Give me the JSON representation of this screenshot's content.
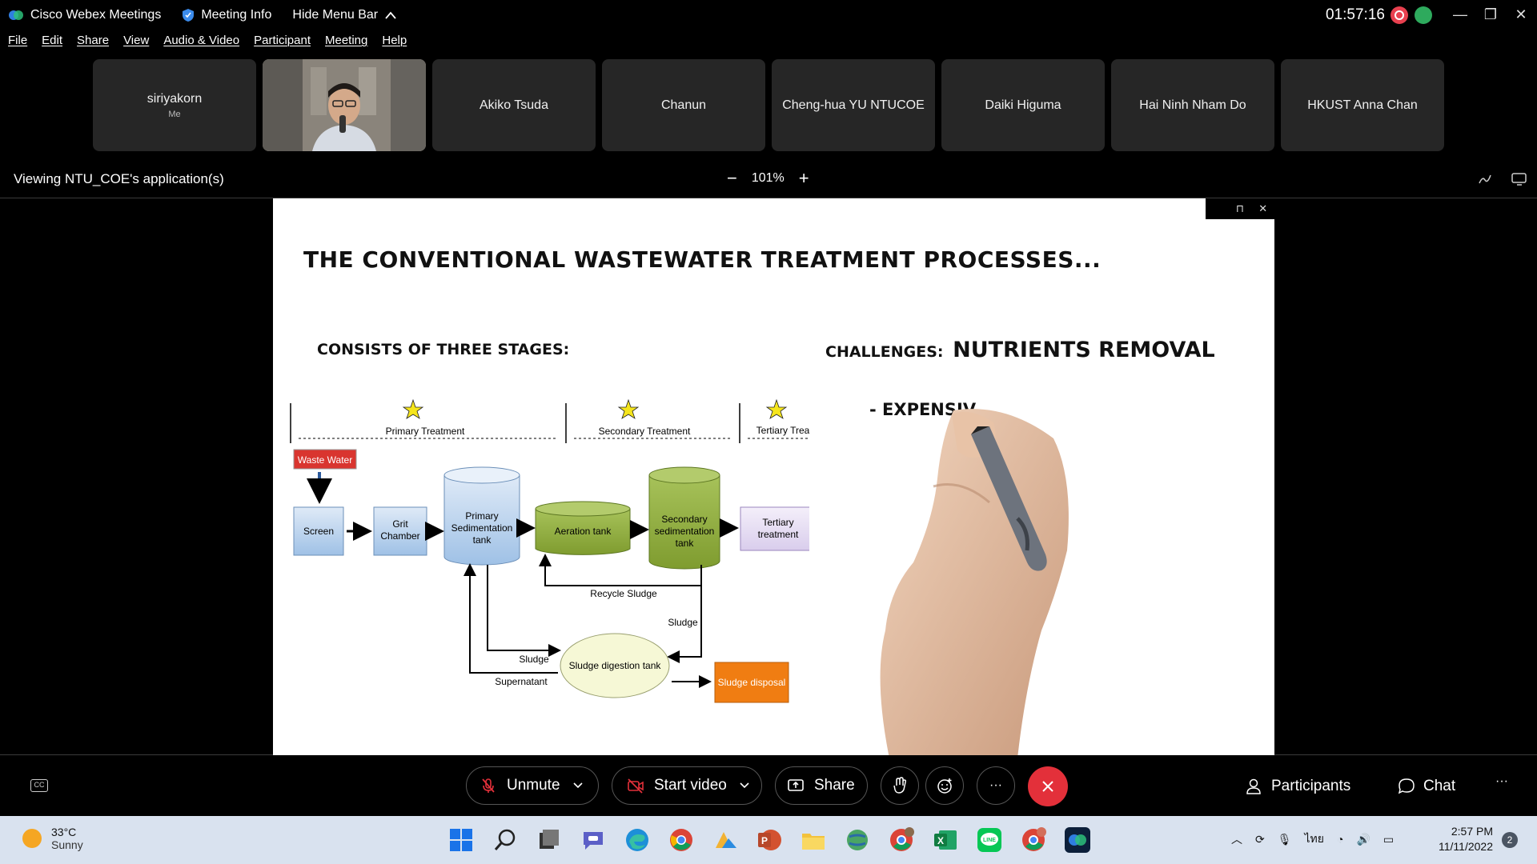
{
  "titlebar": {
    "app_name": "Cisco Webex Meetings",
    "meeting_info": "Meeting Info",
    "hide_menu": "Hide Menu Bar",
    "clock": "01:57:16"
  },
  "menu": [
    "File",
    "Edit",
    "Share",
    "View",
    "Audio & Video",
    "Participant",
    "Meeting",
    "Help"
  ],
  "participants": [
    {
      "name": "siriyakorn",
      "sub": "Me"
    },
    {
      "name": "",
      "sub": ""
    },
    {
      "name": "Akiko Tsuda",
      "sub": ""
    },
    {
      "name": "Chanun",
      "sub": ""
    },
    {
      "name": "Cheng-hua YU NTUCOE",
      "sub": ""
    },
    {
      "name": "Daiki Higuma",
      "sub": ""
    },
    {
      "name": "Hai Ninh Nham Do",
      "sub": ""
    },
    {
      "name": "HKUST Anna Chan",
      "sub": ""
    }
  ],
  "viewing": {
    "label": "Viewing NTU_COE's application(s)",
    "zoom": "101%",
    "zoom_out": "−",
    "zoom_in": "+"
  },
  "slide": {
    "title": "THE CONVENTIONAL WASTEWATER TREATMENT PROCESSES...",
    "subtitle": "CONSISTS OF THREE STAGES:",
    "challenges_label": "CHALLENGES:",
    "challenges_value": "NUTRIENTS REMOVAL",
    "bullet": "- EXPENSIV",
    "diagram": {
      "stage_primary": "Primary Treatment",
      "stage_secondary": "Secondary Treatment",
      "stage_tertiary": "Tertiary Treatment",
      "waste_water": "Waste Water",
      "screen": "Screen",
      "grit_1": "Grit",
      "grit_2": "Chamber",
      "primary_sed_1": "Primary",
      "primary_sed_2": "Sedimentation",
      "primary_sed_3": "tank",
      "aeration": "Aeration tank",
      "secondary_sed_1": "Secondary",
      "secondary_sed_2": "sedimentation",
      "secondary_sed_3": "tank",
      "tertiary_1": "Tertiary",
      "tertiary_2": "treatment",
      "recycle": "Recycle Sludge",
      "sludge_right": "Sludge",
      "sludge_left": "Sludge",
      "supernatant": "Supernatant",
      "digestion": "Sludge digestion tank",
      "disposal": "Sludge disposal"
    }
  },
  "controls": {
    "unmute": "Unmute",
    "start_video": "Start video",
    "share": "Share",
    "more": "···",
    "participants": "Participants",
    "chat": "Chat",
    "overflow": "···",
    "cc": "CC"
  },
  "taskbar": {
    "temp": "33°C",
    "weather": "Sunny",
    "lang": "ไทย",
    "time": "2:57 PM",
    "date": "11/11/2022",
    "notifications": "2"
  },
  "colors": {
    "end_call": "#e3303a",
    "record": "#e8404f",
    "waste_water": "#d9352f",
    "sludge_disposal": "#f07d12",
    "aeration_green": "#8aa83a"
  }
}
